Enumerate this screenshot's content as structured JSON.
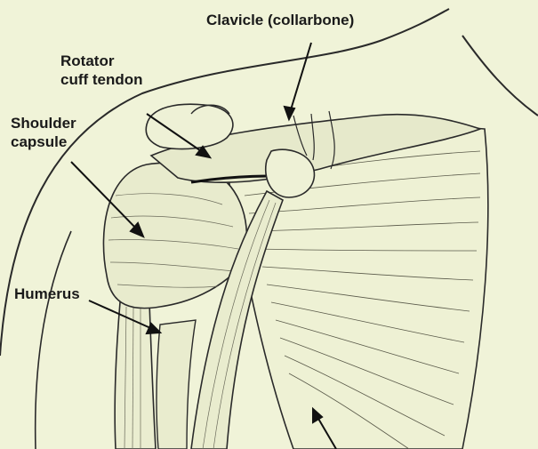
{
  "labels": {
    "clavicle": "Clavicle (collarbone)",
    "rotator_line1": "Rotator",
    "rotator_line2": "cuff tendon",
    "capsule_line1": "Shoulder",
    "capsule_line2": "capsule",
    "humerus": "Humerus"
  },
  "colors": {
    "background": "#f0f3d8",
    "ink": "#1a1a1a",
    "bone_fill": "#e9ecd0"
  }
}
